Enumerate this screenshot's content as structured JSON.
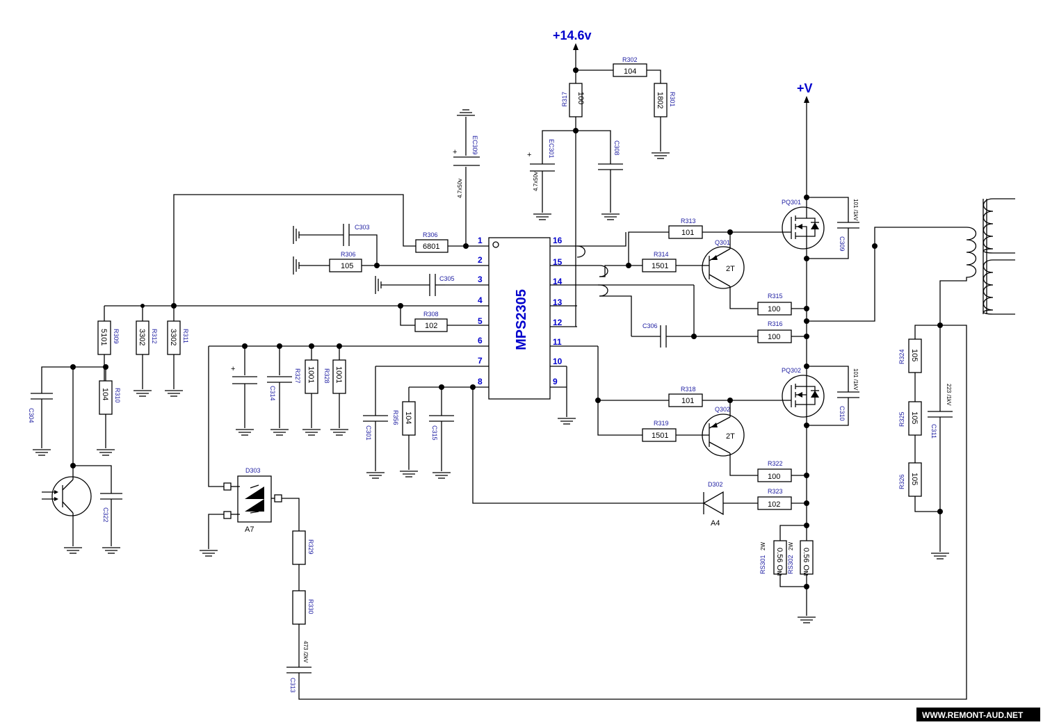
{
  "rails": {
    "supply": "+14.6v",
    "hv": "+V"
  },
  "ic": {
    "name": "MPS2305",
    "pins": [
      "1",
      "2",
      "3",
      "4",
      "5",
      "6",
      "7",
      "8",
      "9",
      "10",
      "11",
      "12",
      "13",
      "14",
      "15",
      "16"
    ]
  },
  "resistors": [
    {
      "ref": "R306",
      "value": "6801"
    },
    {
      "ref": "R306",
      "value": "105"
    },
    {
      "ref": "R308",
      "value": "102"
    },
    {
      "ref": "R309",
      "value": "5101"
    },
    {
      "ref": "R312",
      "value": "3302"
    },
    {
      "ref": "R311",
      "value": "3302"
    },
    {
      "ref": "R310",
      "value": "104"
    },
    {
      "ref": "R327",
      "value": "1001"
    },
    {
      "ref": "R328",
      "value": "1001"
    },
    {
      "ref": "R356",
      "value": "104"
    },
    {
      "ref": "R329",
      "value": ""
    },
    {
      "ref": "R330",
      "value": ""
    },
    {
      "ref": "R317",
      "value": "100"
    },
    {
      "ref": "R302",
      "value": "104"
    },
    {
      "ref": "R301",
      "value": "1802"
    },
    {
      "ref": "R313",
      "value": "101"
    },
    {
      "ref": "R314",
      "value": "1501"
    },
    {
      "ref": "R315",
      "value": "100"
    },
    {
      "ref": "R316",
      "value": "100"
    },
    {
      "ref": "R318",
      "value": "101"
    },
    {
      "ref": "R319",
      "value": "1501"
    },
    {
      "ref": "R322",
      "value": "100"
    },
    {
      "ref": "R323",
      "value": "102"
    },
    {
      "ref": "R324",
      "value": "105"
    },
    {
      "ref": "R325",
      "value": "105"
    },
    {
      "ref": "R326",
      "value": "105"
    }
  ],
  "capacitors": [
    {
      "ref": "C303",
      "value": ""
    },
    {
      "ref": "C305",
      "value": ""
    },
    {
      "ref": "EC309",
      "value": "4.7x50v"
    },
    {
      "ref": "EC301",
      "value": "4.7x50v"
    },
    {
      "ref": "C308",
      "value": ""
    },
    {
      "ref": "C306",
      "value": ""
    },
    {
      "ref": "C304",
      "value": ""
    },
    {
      "ref": "C322",
      "value": ""
    },
    {
      "ref": "C314",
      "value": ""
    },
    {
      "ref": "C301",
      "value": ""
    },
    {
      "ref": "C315",
      "value": ""
    },
    {
      "ref": "C309",
      "value": "101 /1kV"
    },
    {
      "ref": "C310",
      "value": "101 /1kV"
    },
    {
      "ref": "C311",
      "value": "223 /1kV"
    },
    {
      "ref": "C313",
      "value": "473 /2kV"
    }
  ],
  "semis": {
    "q301": "Q301",
    "q302": "Q302",
    "q_type": "2T",
    "pq301": "PQ301",
    "pq302": "PQ302",
    "d303": "D303",
    "d303_sub": "A7",
    "d302": "D302",
    "d302_sub": "A4"
  },
  "shunts": [
    {
      "ref": "RS301",
      "rating": "2W",
      "value": "0.56 Ом"
    },
    {
      "ref": "RS302",
      "rating": "2W",
      "value": "0.56 Ом"
    }
  ],
  "watermark": "WWW.REMONT-AUD.NET"
}
